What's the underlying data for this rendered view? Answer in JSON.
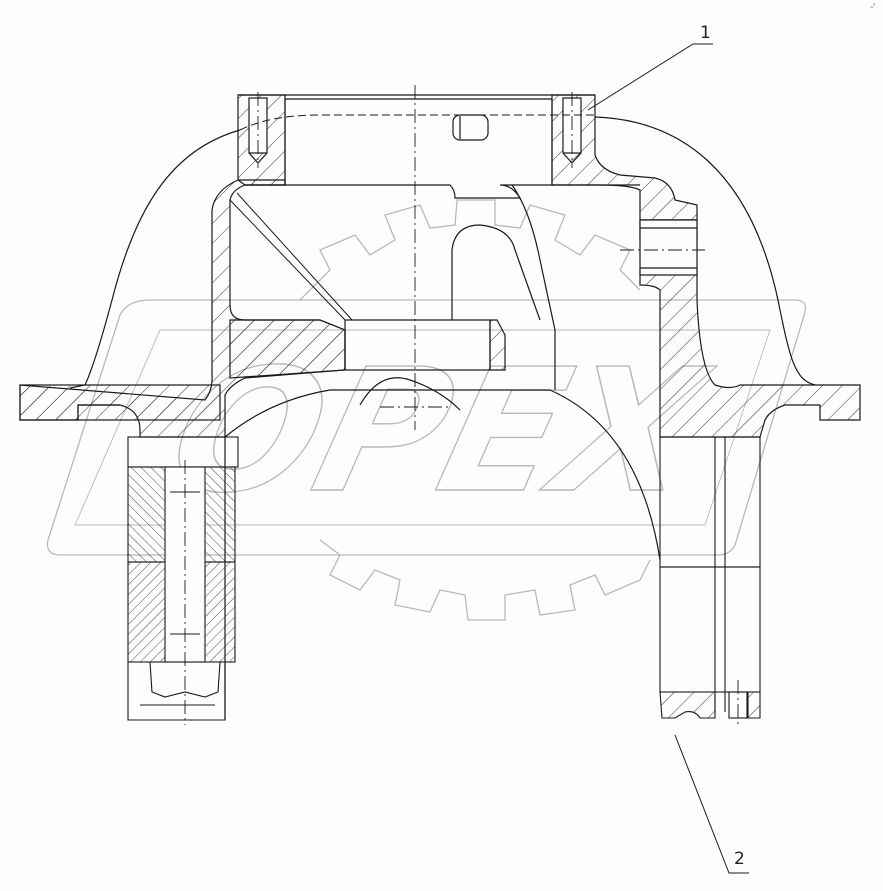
{
  "drawing": {
    "type": "engineering cross-section",
    "subject": "housing / carrier with flange, bolted cap and ring",
    "background_color": "#fdfdfc",
    "line_color": "#1a1a1a",
    "watermark_color": "#b8b8b8"
  },
  "callouts": [
    {
      "id": "1",
      "label": "1",
      "target": "upper flange / cover bolt boss"
    },
    {
      "id": "2",
      "label": "2",
      "target": "lower right ring"
    }
  ],
  "watermark": {
    "text": "OPEX",
    "shape": "gear-outline"
  },
  "corner_mark": {
    "text": "-'"
  }
}
